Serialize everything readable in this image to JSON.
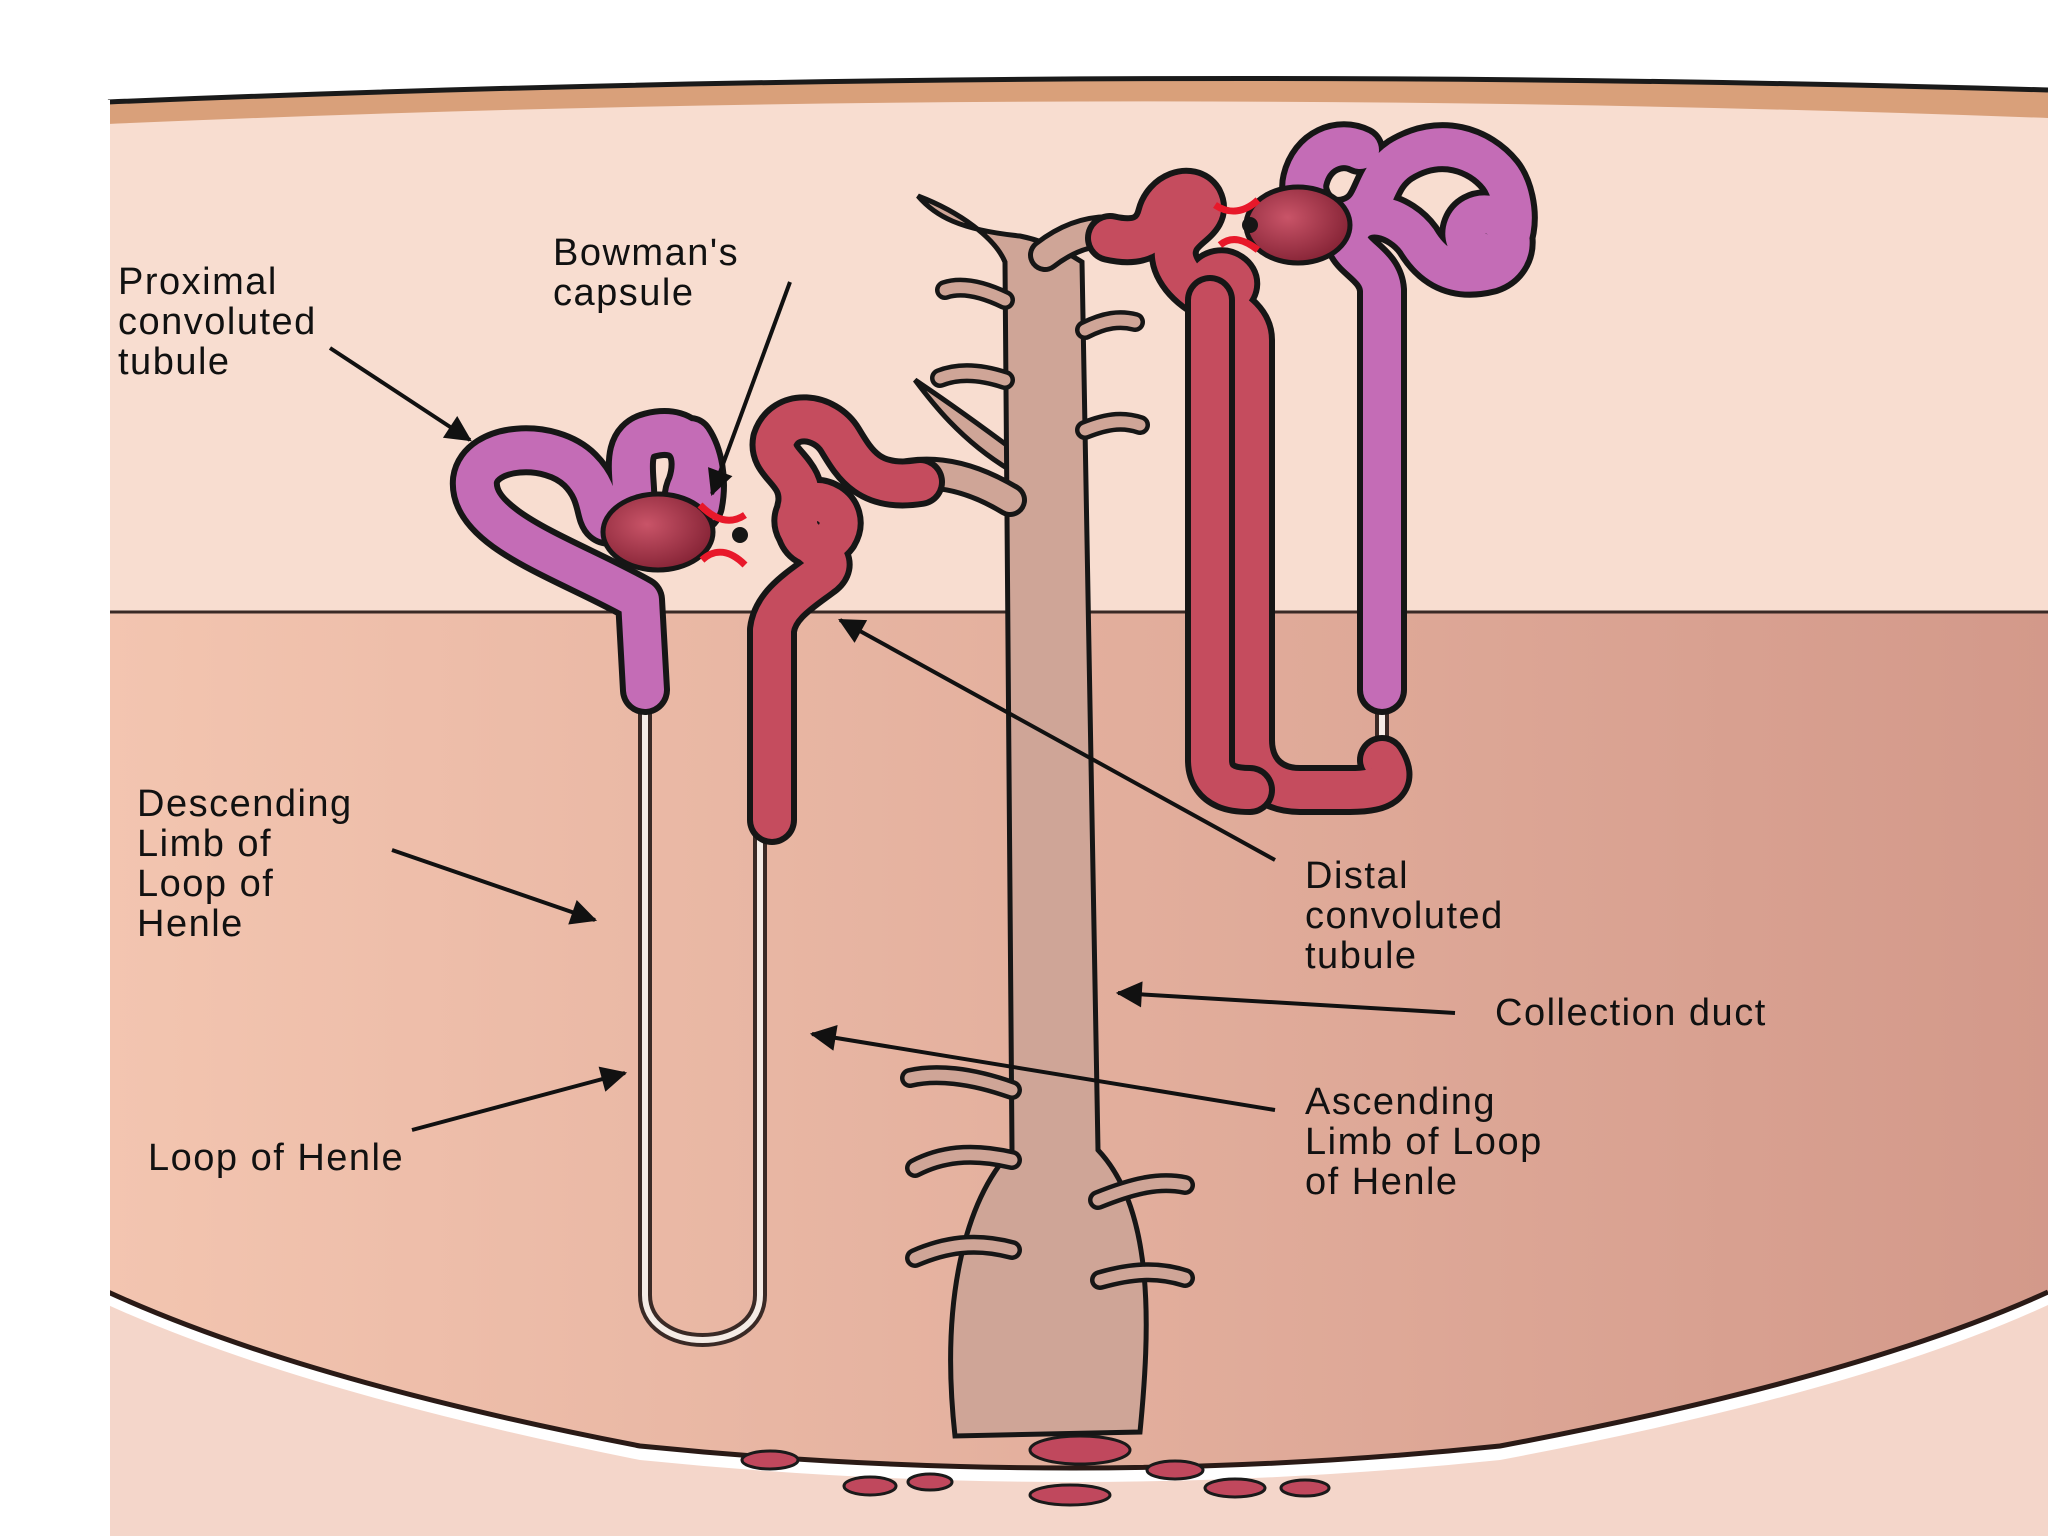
{
  "labels": {
    "bowmans_capsule": [
      "Bowman's",
      "capsule"
    ],
    "proximal_tubule": [
      "Proximal",
      "convoluted",
      "tubule"
    ],
    "descending_limb": [
      "Descending",
      "Limb of",
      "Loop of",
      "Henle"
    ],
    "loop_of_henle": [
      "Loop of Henle"
    ],
    "distal_tubule": [
      "Distal",
      "convoluted",
      "tubule"
    ],
    "collection_duct": [
      "Collection duct"
    ],
    "ascending_limb": [
      "Ascending",
      "Limb of Loop",
      "of Henle"
    ]
  },
  "colors": {
    "cortex": "#f8ddd0",
    "medulla_light": "#f0c0ab",
    "medulla_dark": "#d59a88",
    "pelvis": "#f3d3c6",
    "capsule_band": "#d9a07a",
    "proximal_purple": "#c46cb6",
    "distal_red": "#c54c5e",
    "duct_tan": "#cfa597",
    "glomerulus": "#a8304a",
    "arteriole": "#e8182a",
    "outline": "#161616"
  }
}
